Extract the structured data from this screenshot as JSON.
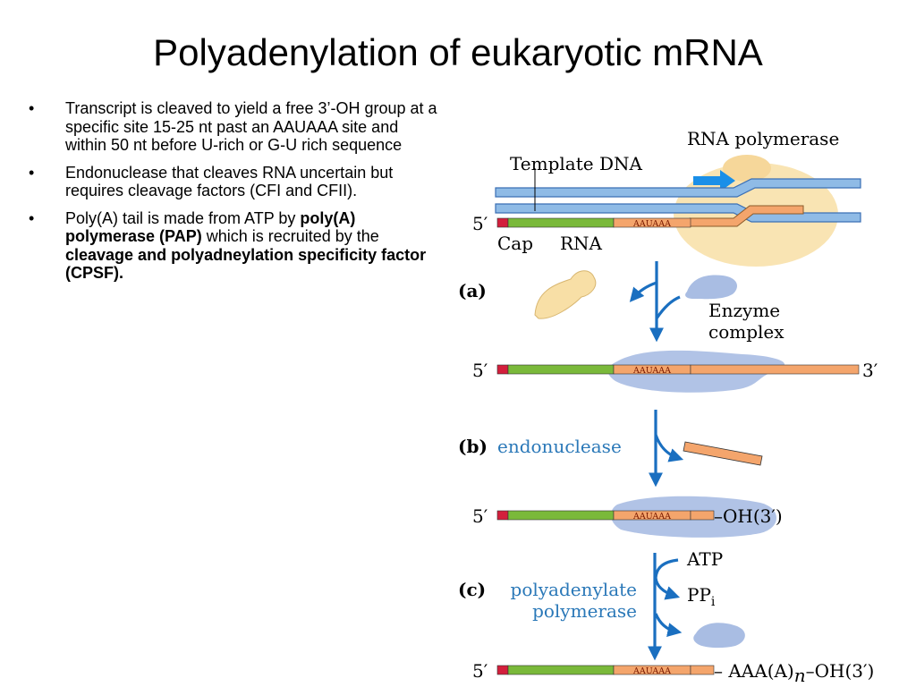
{
  "title": "Polyadenylation of eukaryotic mRNA",
  "bullets": [
    {
      "text": "Transcript is cleaved to yield a free 3’-OH group at a specific site 15-25 nt past an AAUAAA site and within 50 nt before U-rich or G-U rich sequence"
    },
    {
      "text": "Endonuclease that cleaves RNA uncertain but requires cleavage factors (CFI and CFII)."
    },
    {
      "text_before": "Poly(A) tail is made from ATP by ",
      "bold1": "poly(A) polymerase (PAP)",
      "text_middle": " which is recruited by the ",
      "bold2": "cleavage and polyadneylation specificity factor (CPSF)."
    }
  ],
  "diagram": {
    "rna_polymerase": "RNA  polymerase",
    "template_dna": "Template DNA",
    "five_prime": "5′",
    "three_prime": "3′",
    "signal": "AAUAAA",
    "cap": "Cap",
    "rna": "RNA",
    "step_a": "(a)",
    "enzyme_line1": "Enzyme",
    "enzyme_line2": "complex",
    "step_b": "(b)",
    "endonuclease": "endonuclease",
    "oh_end": "–OH(3′)",
    "step_c": "(c)",
    "pap_line1": "polyadenylate",
    "pap_line2": "polymerase",
    "atp": "ATP",
    "ppi_main": "PP",
    "ppi_sub": "i",
    "tail_aaa": "– AAA(A)",
    "tail_n": "n",
    "tail_oh": "–OH(3′)"
  }
}
